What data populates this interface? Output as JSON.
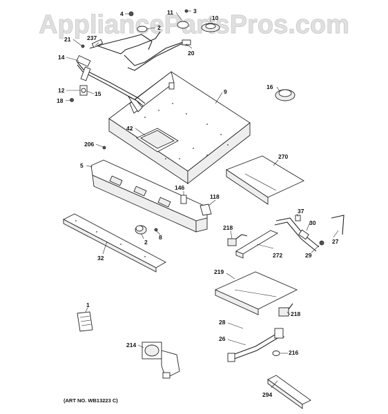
{
  "watermark": "AppliancePartsPros.com",
  "art_number": "(ART NO. WB13223 C)",
  "callouts": [
    {
      "id": "c-4",
      "label": "4"
    },
    {
      "id": "c-11",
      "label": "11"
    },
    {
      "id": "c-3",
      "label": "3"
    },
    {
      "id": "c-10",
      "label": "10"
    },
    {
      "id": "c-2a",
      "label": "2"
    },
    {
      "id": "c-21",
      "label": "21"
    },
    {
      "id": "c-237",
      "label": "237"
    },
    {
      "id": "c-20",
      "label": "20"
    },
    {
      "id": "c-14",
      "label": "14"
    },
    {
      "id": "c-9",
      "label": "9"
    },
    {
      "id": "c-16",
      "label": "16"
    },
    {
      "id": "c-12",
      "label": "12"
    },
    {
      "id": "c-15",
      "label": "15"
    },
    {
      "id": "c-18",
      "label": "18"
    },
    {
      "id": "c-42",
      "label": "42"
    },
    {
      "id": "c-206",
      "label": "206"
    },
    {
      "id": "c-270",
      "label": "270"
    },
    {
      "id": "c-5",
      "label": "5"
    },
    {
      "id": "c-146",
      "label": "146"
    },
    {
      "id": "c-118",
      "label": "118"
    },
    {
      "id": "c-37",
      "label": "37"
    },
    {
      "id": "c-30",
      "label": "30"
    },
    {
      "id": "c-218a",
      "label": "218"
    },
    {
      "id": "c-2b",
      "label": "2"
    },
    {
      "id": "c-8",
      "label": "8"
    },
    {
      "id": "c-27",
      "label": "27"
    },
    {
      "id": "c-272",
      "label": "272"
    },
    {
      "id": "c-29",
      "label": "29"
    },
    {
      "id": "c-32",
      "label": "32"
    },
    {
      "id": "c-219",
      "label": "219"
    },
    {
      "id": "c-1",
      "label": "1"
    },
    {
      "id": "c-218b",
      "label": "218"
    },
    {
      "id": "c-28",
      "label": "28"
    },
    {
      "id": "c-26",
      "label": "26"
    },
    {
      "id": "c-214",
      "label": "214"
    },
    {
      "id": "c-216",
      "label": "216"
    },
    {
      "id": "c-294",
      "label": "294"
    }
  ]
}
